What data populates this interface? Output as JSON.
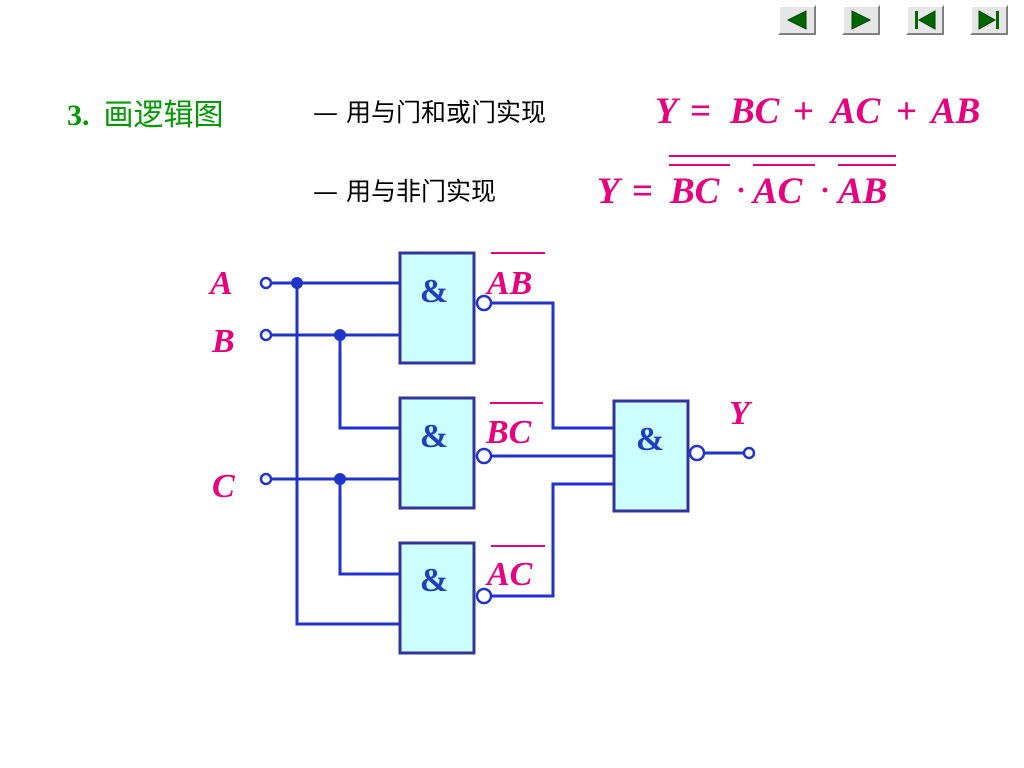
{
  "nav": {
    "buttons": [
      {
        "name": "nav-prev-button",
        "icon": "triangle-left-icon"
      },
      {
        "name": "nav-next-button",
        "icon": "triangle-right-icon"
      },
      {
        "name": "nav-first-button",
        "icon": "skip-first-icon"
      },
      {
        "name": "nav-last-button",
        "icon": "skip-last-icon"
      }
    ],
    "arrow_color": "#006600"
  },
  "heading": {
    "number": "3.",
    "title": "画逻辑图"
  },
  "method1": {
    "label": "—  用与门和或门实现",
    "formula": {
      "lhs": "Y",
      "eq": "=",
      "t1": "BC",
      "op1": "+",
      "t2": "AC",
      "op2": "+",
      "t3": "AB"
    }
  },
  "method2": {
    "label": "— 用与非门实现",
    "formula": {
      "lhs": "Y",
      "eq": "=",
      "t1": "BC",
      "dot1": "·",
      "t2": "AC",
      "dot2": "·",
      "t3": "AB"
    }
  },
  "circuit": {
    "inputs": [
      "A",
      "B",
      "C"
    ],
    "output": "Y",
    "gate_symbol": "&",
    "gate_outputs": [
      "AB",
      "BC",
      "AC"
    ],
    "colors": {
      "wire": "#2233cc",
      "gate_fill": "#ccffff",
      "gate_stroke": "#333399",
      "gate_symbol": "#1f3fbf",
      "label": "#e6007e",
      "title": "#009900"
    }
  }
}
